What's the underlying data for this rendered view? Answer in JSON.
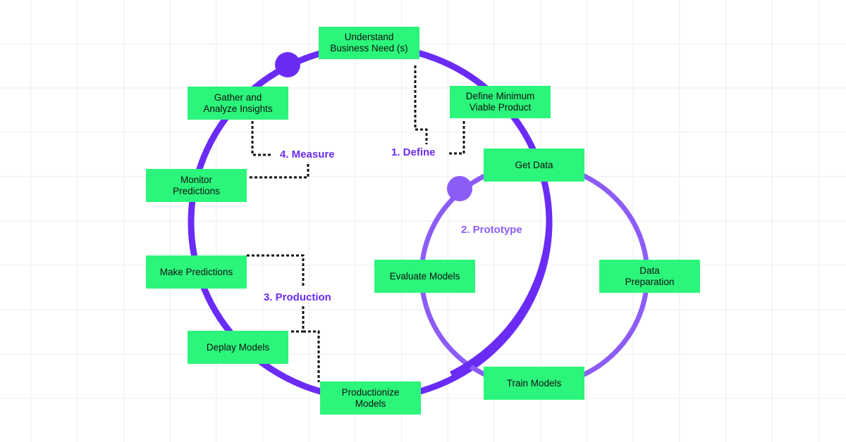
{
  "colors": {
    "background": "#ffffff",
    "grid": "#efefef",
    "box_fill": "#2bf57a",
    "box_text": "#111111",
    "outer_cycle": "#6a2cf5",
    "inner_cycle": "#8c5cf7",
    "connector": "#111111"
  },
  "phases": {
    "define": "1. Define",
    "prototype": "2. Prototype",
    "production": "3. Production",
    "measure": "4. Measure"
  },
  "steps": {
    "understand_business_need": "Understand\nBusiness Need (s)",
    "define_mvp": "Define Minimum\nViable  Product",
    "get_data": "Get Data",
    "data_preparation": "Data\nPreparation",
    "train_models": "Train Models",
    "evaluate_models": "Evaluate Models",
    "productionize_models": "Productionize\nModels",
    "deploy_models": "Deplay Models",
    "make_predictions": "Make Predictions",
    "monitor_predictions": "Monitor\nPredictions",
    "gather_insights": "Gather and\nAnalyze Insights"
  }
}
